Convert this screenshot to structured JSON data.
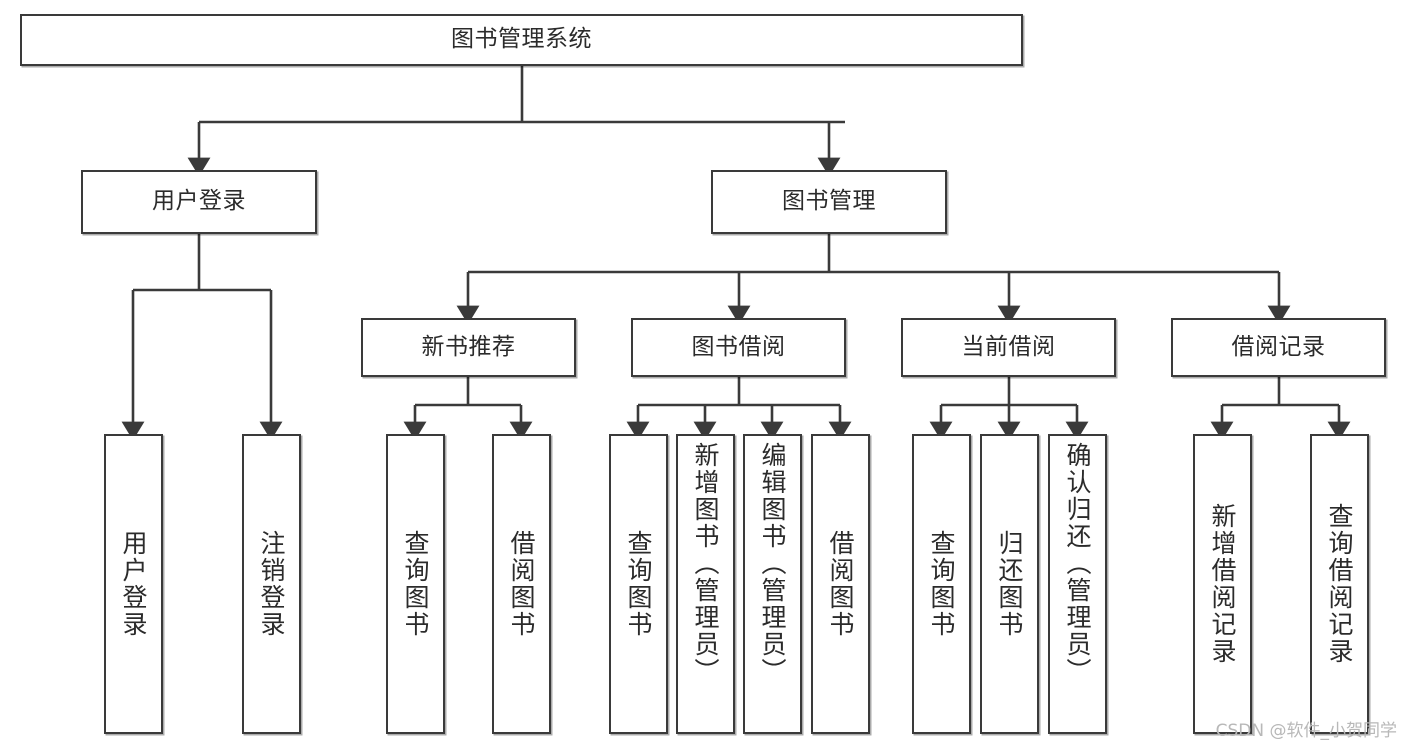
{
  "diagram": {
    "type": "tree",
    "title": "图书管理系统",
    "watermark": "CSDN @软件_小贺同学",
    "colors": {
      "box_border": "#3a3a3a",
      "box_fill": "#ffffff",
      "edge": "#3a3a3a",
      "text": "#2b2b2b",
      "watermark": "#b8b8b8",
      "background": "#ffffff"
    },
    "root": {
      "label": "图书管理系统"
    },
    "level2": [
      {
        "label": "用户登录"
      },
      {
        "label": "图书管理"
      }
    ],
    "level3": [
      {
        "label": "新书推荐"
      },
      {
        "label": "图书借阅"
      },
      {
        "label": "当前借阅"
      },
      {
        "label": "借阅记录"
      }
    ],
    "leaves": {
      "user_login": [
        {
          "label": "用户登录"
        },
        {
          "label": "注销登录"
        }
      ],
      "new_book": [
        {
          "label": "查询图书"
        },
        {
          "label": "借阅图书"
        }
      ],
      "book_borrow": [
        {
          "label": "查询图书"
        },
        {
          "label": "新增图书（管理员）"
        },
        {
          "label": "编辑图书（管理员）"
        },
        {
          "label": "借阅图书"
        }
      ],
      "current_borrow": [
        {
          "label": "查询图书"
        },
        {
          "label": "归还图书"
        },
        {
          "label": "确认归还（管理员）"
        }
      ],
      "borrow_record": [
        {
          "label": "新增借阅记录"
        },
        {
          "label": "查询借阅记录"
        }
      ]
    }
  }
}
